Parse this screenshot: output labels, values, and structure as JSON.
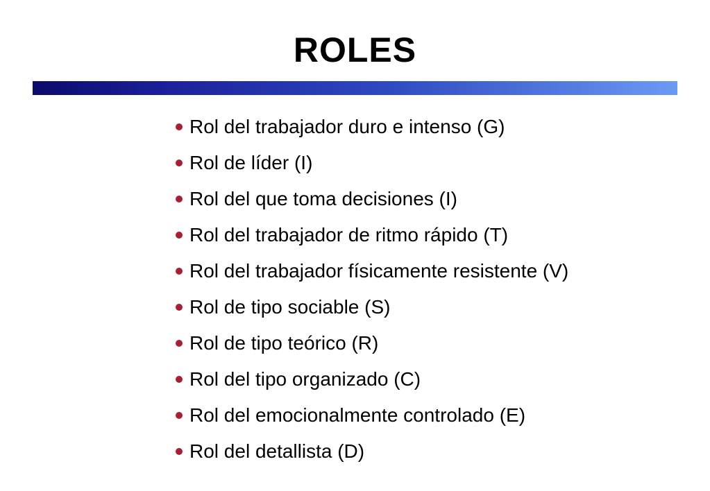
{
  "slide": {
    "title": "ROLES",
    "bullets": [
      "Rol del trabajador duro e intenso (G)",
      "Rol de líder (I)",
      "Rol del que toma decisiones (I)",
      "Rol del trabajador de ritmo rápido (T)",
      "Rol del trabajador físicamente resistente (V)",
      "Rol de tipo sociable (S)",
      "Rol de tipo teórico (R)",
      "Rol del tipo organizado (C)",
      "Rol del emocionalmente controlado (E)",
      "Rol del detallista (D)"
    ],
    "colors": {
      "background": "#ffffff",
      "title": "#000000",
      "text": "#000000",
      "bullet": "#a81e32",
      "bar_start": "#0b0b6b",
      "bar_end": "#6b9af4"
    }
  }
}
